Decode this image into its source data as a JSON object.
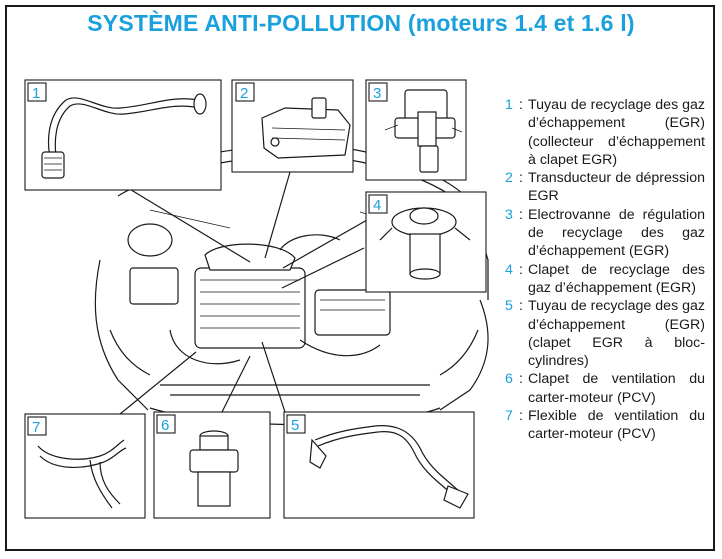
{
  "title": "SYSTÈME ANTI-POLLUTION (moteurs 1.4 et 1.6 l)",
  "colors": {
    "accent": "#1aa0dc",
    "line": "#1a1a1a"
  },
  "callouts": [
    "1",
    "2",
    "3",
    "4",
    "5",
    "6",
    "7"
  ],
  "legend": [
    {
      "num": "1",
      "text": "Tuyau de recyclage des gaz d’échappement (EGR) (collecteur d’échappement à clapet EGR)"
    },
    {
      "num": "2",
      "text": "Transducteur de dépression EGR"
    },
    {
      "num": "3",
      "text": "Electrovanne de régulation de recyclage des gaz d’échappement (EGR)"
    },
    {
      "num": "4",
      "text": "Clapet de recyclage des gaz d’échappement (EGR)"
    },
    {
      "num": "5",
      "text": "Tuyau de recyclage des gaz d’échappement (EGR) (clapet EGR à bloc-cylindres)"
    },
    {
      "num": "6",
      "text": "Clapet de ventilation du carter-moteur (PCV)"
    },
    {
      "num": "7",
      "text": "Flexible de ventilation du carter-moteur (PCV)"
    }
  ]
}
